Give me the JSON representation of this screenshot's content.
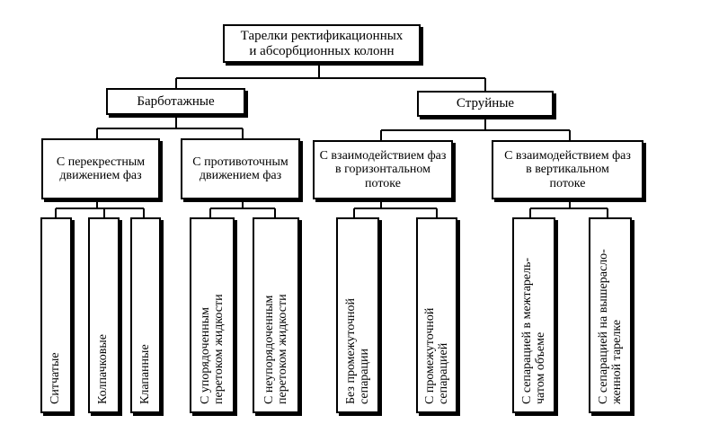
{
  "diagram": {
    "root": {
      "line1": "Тарелки ректификационных",
      "line2": "и абсорбционных колонн"
    },
    "groups": [
      {
        "label": "Барботажные",
        "subgroups": [
          {
            "line1": "С перекрестным",
            "line2": "движением фаз",
            "line3": "",
            "leaves": [
              {
                "line1": "Ситчатые",
                "line2": ""
              },
              {
                "line1": "Колпачковые",
                "line2": ""
              },
              {
                "line1": "Клапанные",
                "line2": ""
              }
            ]
          },
          {
            "line1": "С противоточным",
            "line2": "движением фаз",
            "line3": "",
            "leaves": [
              {
                "line1": "С упорядоченным",
                "line2": "перетоком жидкости"
              },
              {
                "line1": "С неупорядоченным",
                "line2": "перетоком жидкости"
              }
            ]
          }
        ]
      },
      {
        "label": "Струйные",
        "subgroups": [
          {
            "line1": "С взаимодействием фаз",
            "line2": "в горизонтальном",
            "line3": "потоке",
            "leaves": [
              {
                "line1": "Без промежуточной",
                "line2": "сепарации"
              },
              {
                "line1": "С промежуточной",
                "line2": "сепарацией"
              }
            ]
          },
          {
            "line1": "С взаимодействием фаз",
            "line2": "в вертикальном",
            "line3": "потоке",
            "leaves": [
              {
                "line1": "С сепарацией в межтарель-",
                "line2": "чатом объеме"
              },
              {
                "line1": "С сепарацией на вышерасло-",
                "line2": "женной тарелке"
              }
            ]
          }
        ]
      }
    ]
  }
}
